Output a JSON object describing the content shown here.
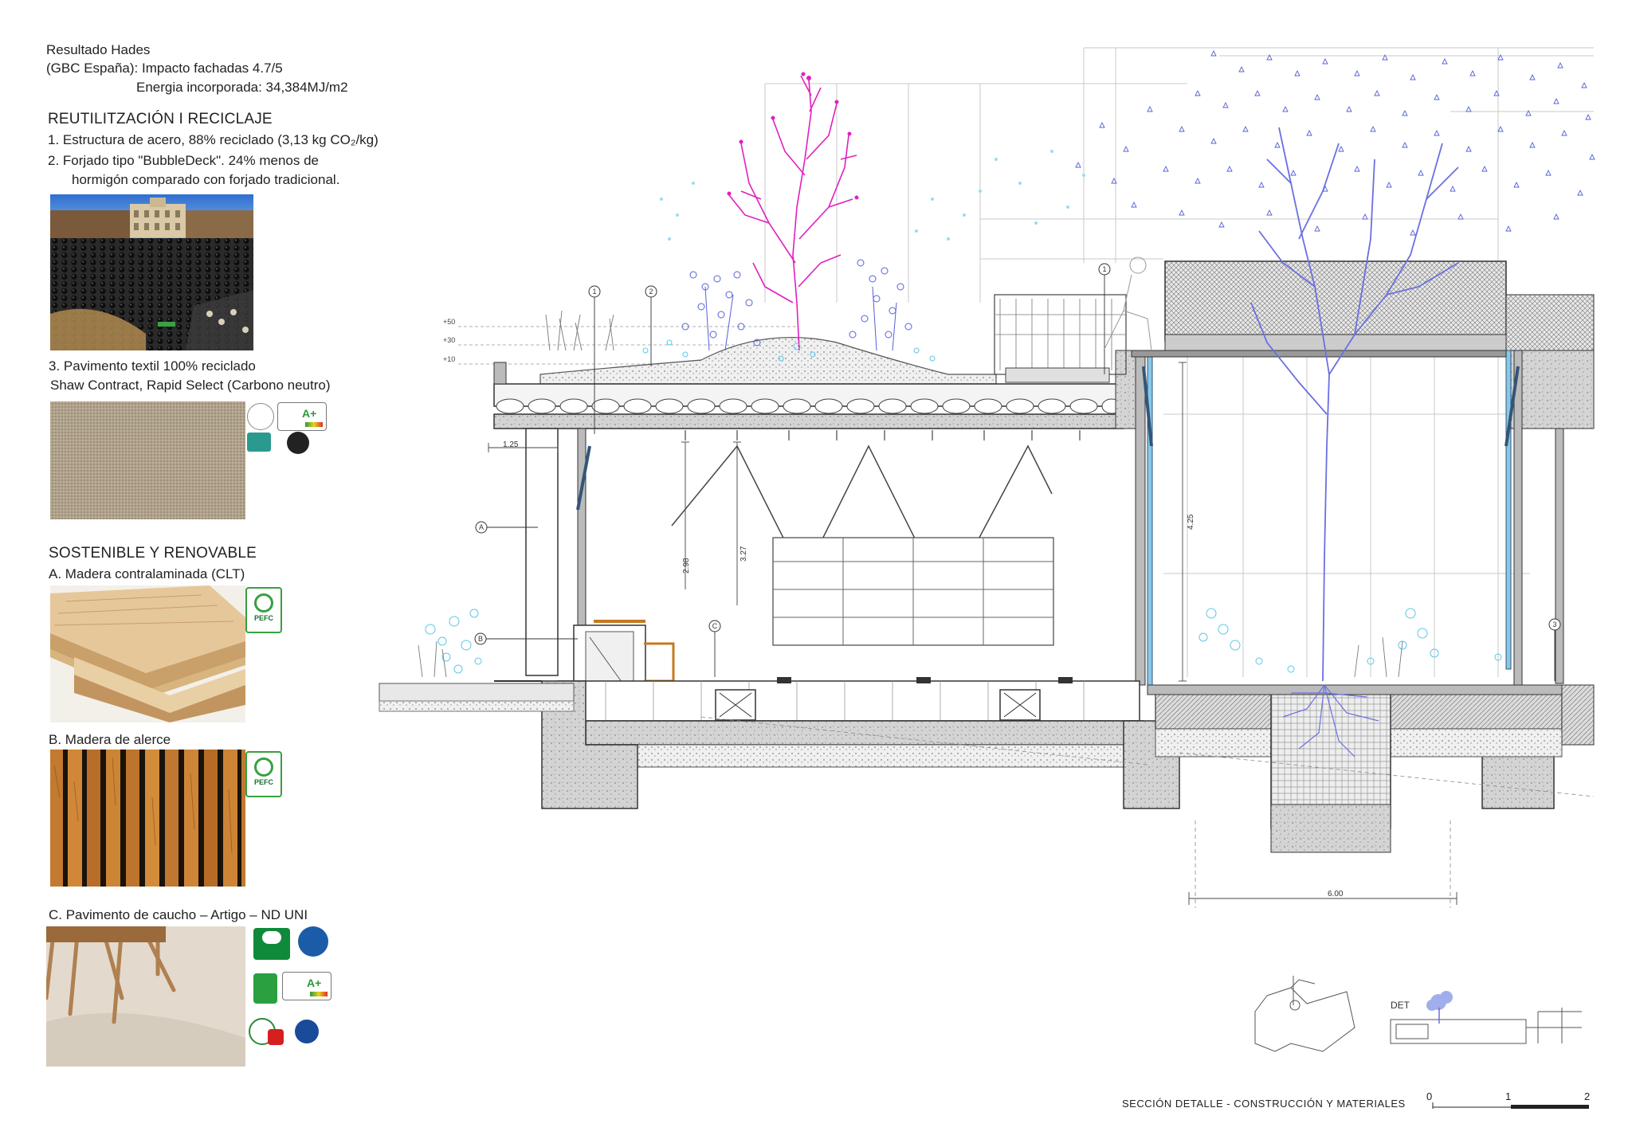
{
  "header": {
    "line1": "Resultado Hades",
    "line2": "(GBC España): Impacto fachadas 4.7/5",
    "line3": "Energia incorporada: 34,384MJ/m2"
  },
  "reuse": {
    "title": "REUTILITZACIÓN I RECICLAJE",
    "item1": "1.  Estructura de acero, 88% reciclado (3,13 kg CO₂/kg)",
    "item2a": "2.  Forjado tipo \"BubbleDeck\". 24% menos de",
    "item2b": "hormigón comparado con forjado tradicional.",
    "item3": "3. Pavimento textil 100% reciclado",
    "item3b": "Shaw Contract, Rapid Select (Carbono neutro)"
  },
  "sustainable": {
    "title": "SOSTENIBLE Y RENOVABLE",
    "itemA": "A. Madera contralaminada (CLT)",
    "itemB": "B. Madera de alerce",
    "itemC": "C. Pavimento de caucho – Artigo – ND UNI",
    "pefc": "PEFC",
    "aplus": "A+"
  },
  "drawing": {
    "level_50": "+50",
    "level_30": "+30",
    "level_10": "+10",
    "dim_125": "1.25",
    "dim_298": "2.98",
    "dim_327": "3.27",
    "dim_425": "4.25",
    "dim_600": "6.00",
    "callout_1": "1",
    "callout_2": "2",
    "callout_3": "3",
    "callout_A": "A",
    "callout_B": "B",
    "callout_C": "C",
    "det": "DET"
  },
  "footer": {
    "title": "SECCIÓN DETALLE - CONSTRUCCIÓN Y MATERIALES",
    "scale_0": "0",
    "scale_1": "1",
    "scale_2": "2"
  },
  "colors": {
    "tree_magenta": "#e020c0",
    "foliage_blue": "#5560d8",
    "foliage_cyan": "#5cc8e8",
    "line_grey": "#555555"
  }
}
